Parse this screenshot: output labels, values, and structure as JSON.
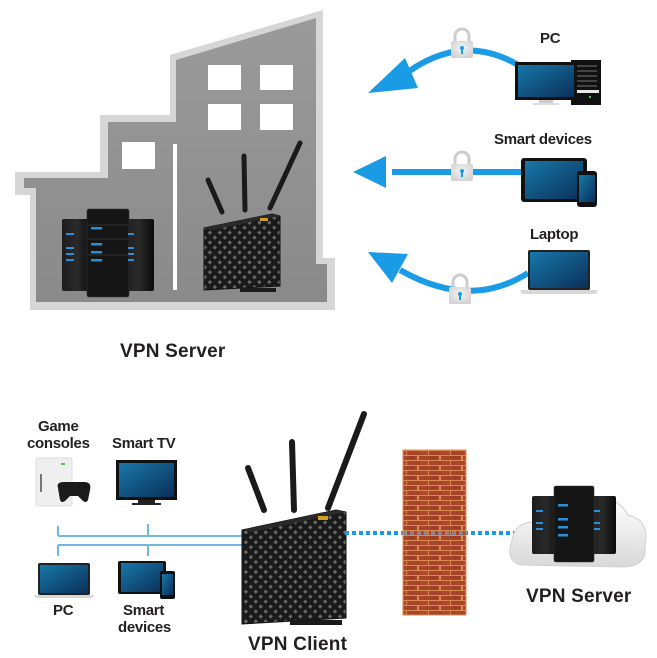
{
  "colors": {
    "accent_blue": "#1a9be6",
    "line_blue": "#6fb8e0",
    "building_gray": "#999999",
    "building_outline": "#d4d4d4",
    "brick": "#a8442a",
    "mortar": "#d98a50",
    "device_dark": "#111111",
    "screen_blue": "#0f5a86"
  },
  "top_section": {
    "title": "VPN Server",
    "building": {
      "contains": [
        "servers",
        "router"
      ],
      "icons": [
        "building-icon",
        "server-rack-icon",
        "router-icon"
      ]
    },
    "connections": [
      {
        "label": "PC",
        "icon": "desktop-pc-icon",
        "arrow": "curved-up",
        "secured": true
      },
      {
        "label": "Smart devices",
        "icon": "tablet-phone-icon",
        "arrow": "straight",
        "secured": true
      },
      {
        "label": "Laptop",
        "icon": "laptop-icon",
        "arrow": "curved-down",
        "secured": true
      }
    ]
  },
  "bottom_section": {
    "client_label": "VPN Client",
    "server_label": "VPN Server",
    "devices": [
      {
        "label": "Game\nconsoles",
        "label_lines": [
          "Game",
          "consoles"
        ],
        "icon": "game-console-icon"
      },
      {
        "label": "Smart TV",
        "label_lines": [
          "Smart TV"
        ],
        "icon": "tv-icon"
      },
      {
        "label": "PC",
        "label_lines": [
          "PC"
        ],
        "icon": "laptop-icon"
      },
      {
        "label": "Smart devices",
        "label_lines": [
          "Smart",
          "devices"
        ],
        "icon": "tablet-phone-icon"
      }
    ],
    "firewall_icon": "brick-wall-icon",
    "cloud_icon": "cloud-server-icon"
  }
}
